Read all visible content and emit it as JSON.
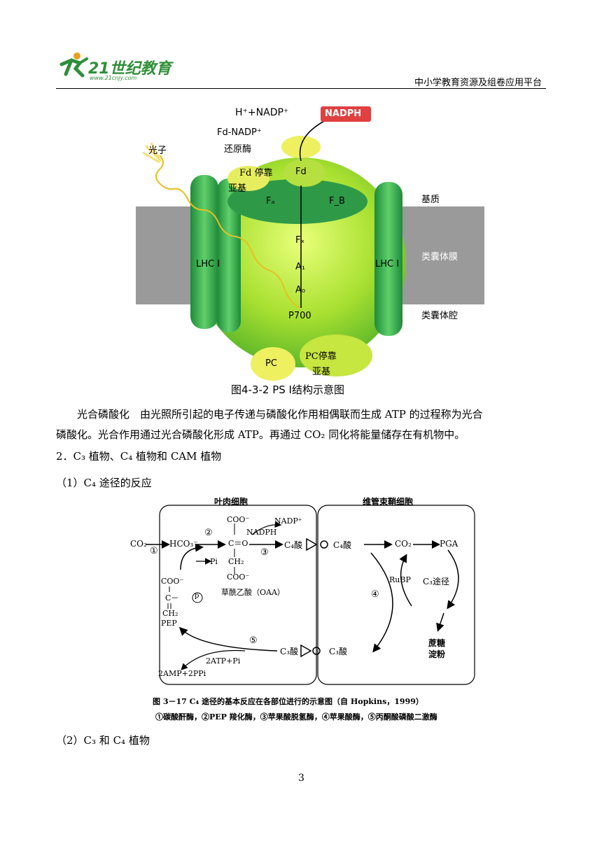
{
  "header": {
    "logo_text": "21世纪教育",
    "logo_url": "www.21cnjy.com",
    "right_text": "中小学教育资源及组卷应用平台"
  },
  "figure1": {
    "caption": "图4-3-2  PS I结构示意图",
    "labels": {
      "h_nadp": "H⁺+NADP⁺",
      "nadph": "NADPH",
      "fd_nadp_1": "Fd-NADP⁺",
      "fd_nadp_2": "还原酶",
      "photon": "光子",
      "fd_dock_1": "Fd 停靠",
      "fd_dock_2": "亚基",
      "fd": "Fd",
      "fa": "Fₐ",
      "fb": "F_B",
      "matrix": "基质",
      "thylakoid_membrane": "类囊体膜",
      "lumen": "类囊体腔",
      "lhc_left": "LHC I",
      "lhc_right": "LHC I",
      "fx": "Fₓ",
      "a1": "A₁",
      "a0": "A₀",
      "p700": "P700",
      "pc": "PC",
      "pc_dock_1": "PC停靠",
      "pc_dock_2": "亚基"
    }
  },
  "paragraphs": {
    "p1_line1": "光合磷酸化　由光照所引起的电子传递与磷酸化作用相偶联而生成 ATP 的过程称为光合",
    "p1_line2": "磷酸化。光合作用通过光合磷酸化形成 ATP。再通过 CO₂ 同化将能量储存在有机物中。",
    "section2": "2．C₃ 植物、C₄ 植物和 CAM 植物",
    "sub1": "（1）C₄ 途径的反应",
    "sub2": "（2）C₃  和 C₄ 植物"
  },
  "figure2": {
    "mesophyll": "叶肉细胞",
    "bundle_sheath": "维管束鞘细胞",
    "co2": "CO₂",
    "hco3": "HCO₃⁻",
    "circ1": "①",
    "circ2": "②",
    "circ3": "③",
    "circ4": "④",
    "circ5": "⑤",
    "coo_top": "COO⁻",
    "c_eq_o": "C＝O",
    "nadph": "NADPH",
    "nadp": "NADP⁺",
    "ch2": "CH₂",
    "coo_bottom": "COO⁻",
    "oaa": "草酰乙酸（OAA）",
    "c4_acid_1": "C₄酸",
    "c4_acid_2": "C₄酸",
    "co2_2": "CO₂",
    "pga": "PGA",
    "rubp": "RuBP",
    "c3_path": "C₃途径",
    "sucrose": "蔗糖",
    "starch": "淀粉",
    "pi": "Pi",
    "pep_coo": "COO⁻",
    "pep_c": "C－",
    "pep_p": "p",
    "pep_ch2": "CH₂",
    "pep": "PEP",
    "c3_acid_1": "C₃酸",
    "c3_acid_2": "C₃酸",
    "atp": "2ATP+Pi",
    "amp": "2AMP+2PPi",
    "caption1": "图 3－17   C₄ 途径的基本反应在各部位进行的示意图（自 Hopkins，1999）",
    "caption2": "①碳酸酐酶，②PEP 羧化酶，③苹果酸脱氢酶，④苹果酸酶，⑤丙酮酸磷酸二激酶"
  },
  "page_number": "3"
}
